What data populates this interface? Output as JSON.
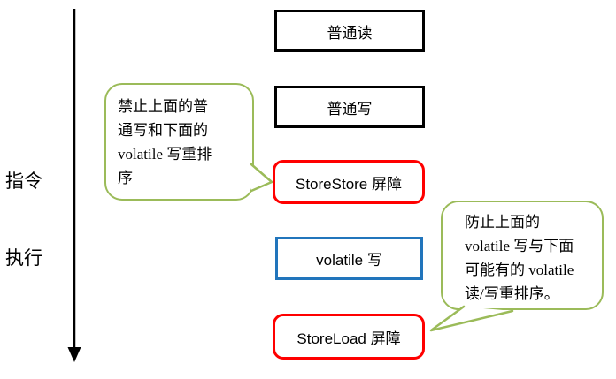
{
  "figure": {
    "background": "#ffffff",
    "axis": {
      "label_lines": [
        "指令",
        "执行"
      ],
      "direction": "down"
    },
    "boxes": [
      {
        "id": "normal-read",
        "label": "普通读",
        "border_color": "#000000",
        "shape": "rect"
      },
      {
        "id": "normal-write",
        "label": "普通写",
        "border_color": "#000000",
        "shape": "rect"
      },
      {
        "id": "storestore-barrier",
        "label": "StoreStore 屏障",
        "border_color": "#ff0000",
        "shape": "rounded-rect"
      },
      {
        "id": "volatile-write",
        "label": "volatile 写",
        "border_color": "#2175bc",
        "shape": "rect"
      },
      {
        "id": "storeload-barrier",
        "label": "StoreLoad 屏障",
        "border_color": "#ff0000",
        "shape": "rounded-rect"
      }
    ],
    "callouts": [
      {
        "points_to": "storestore-barrier",
        "lines": [
          "禁止上面的普",
          "通写和下面的",
          "volatile 写重排",
          "序"
        ]
      },
      {
        "points_to": "storeload-barrier",
        "lines": [
          "防止上面的",
          "volatile 写与下面",
          "可能有的 volatile",
          "读/写重排序。"
        ]
      }
    ],
    "colors": {
      "normal_box_border": "#000000",
      "barrier_box_border": "#ff0000",
      "volatile_box_border": "#2175bc",
      "callout_border": "#9bbb59",
      "arrow": "#000000"
    }
  }
}
